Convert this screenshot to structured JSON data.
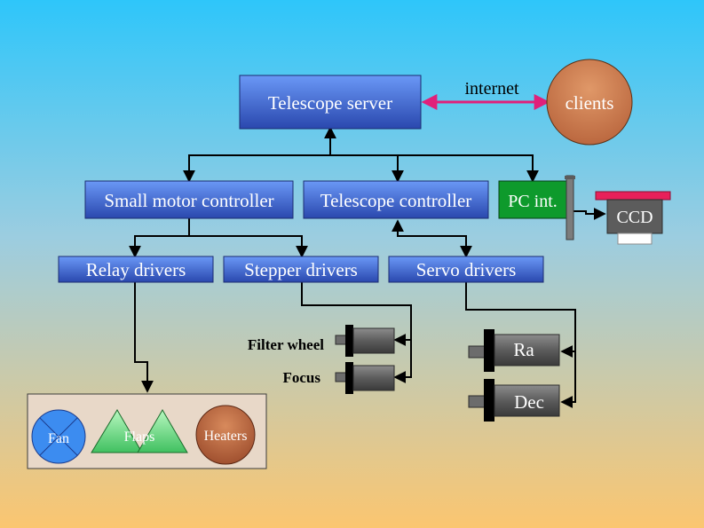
{
  "nodes": {
    "telescope_server": "Telescope server",
    "clients": "clients",
    "internet": "internet",
    "small_motor_controller": "Small motor controller",
    "telescope_controller": "Telescope controller",
    "pc_int": "PC int.",
    "ccd": "CCD",
    "relay_drivers": "Relay drivers",
    "stepper_drivers": "Stepper drivers",
    "servo_drivers": "Servo drivers",
    "filter_wheel": "Filter wheel",
    "focus": "Focus",
    "ra": "Ra",
    "dec": "Dec",
    "fan": "Fan",
    "flaps": "Flaps",
    "heaters": "Heaters"
  },
  "colors": {
    "background_top": "#2ec6fa",
    "background_bottom": "#fbc670",
    "box_blue_top": "#5e8cf0",
    "box_blue_bottom": "#2a4bb0",
    "pc_green": "#0e9a2c",
    "ccd_red": "#e8205a",
    "internet_arrow": "#e0207a",
    "clients_circle": "#c87a48",
    "fan_circle": "#3c8cf0",
    "flaps_green": "#7ae88a",
    "heaters_circle": "#b8643c",
    "panel_fill": "#e8d8c8"
  },
  "icons": {
    "motor": "motor-icon",
    "card_bracket": "pc-card-bracket-icon"
  }
}
